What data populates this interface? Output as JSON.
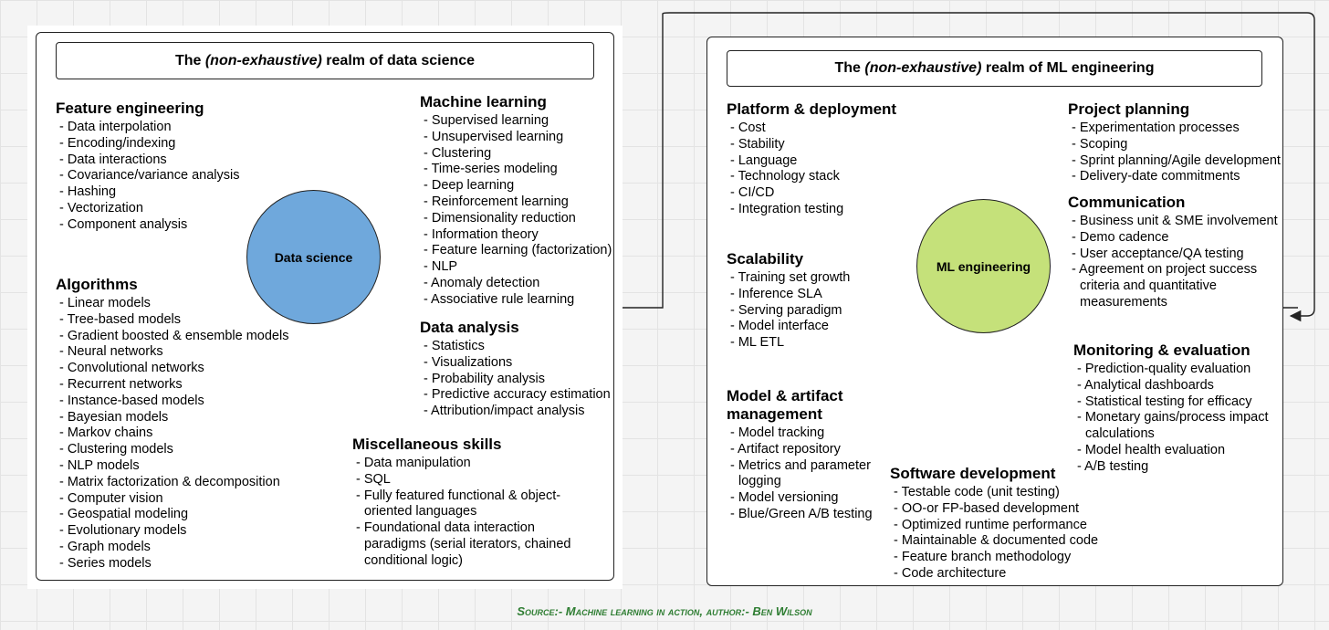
{
  "left": {
    "title_pre": "The ",
    "title_em": "(non-exhaustive)",
    "title_post": " realm of data science",
    "center": "Data science",
    "center_color": "#6fa8dc",
    "groups": {
      "feature": {
        "heading": "Feature engineering",
        "items": [
          "- Data interpolation",
          "- Encoding/indexing",
          "- Data interactions",
          "- Covariance/variance analysis",
          "- Hashing",
          "- Vectorization",
          "- Component analysis"
        ]
      },
      "ml": {
        "heading": "Machine learning",
        "items": [
          "- Supervised learning",
          "- Unsupervised learning",
          "- Clustering",
          "- Time-series modeling",
          "- Deep learning",
          "- Reinforcement learning",
          "- Dimensionality reduction",
          "- Information theory",
          "- Feature learning (factorization)",
          "- NLP",
          "- Anomaly detection",
          "- Associative rule learning"
        ]
      },
      "algorithms": {
        "heading": "Algorithms",
        "items": [
          "- Linear models",
          "- Tree-based models",
          "- Gradient boosted & ensemble models",
          "- Neural networks",
          "- Convolutional networks",
          "- Recurrent networks",
          "- Instance-based models",
          "- Bayesian models",
          "- Markov chains",
          "- Clustering models",
          "- NLP models",
          "- Matrix factorization & decomposition",
          "- Computer vision",
          "- Geospatial modeling",
          "- Evolutionary models",
          "- Graph models",
          "- Series models"
        ]
      },
      "analysis": {
        "heading": "Data analysis",
        "items": [
          "- Statistics",
          "- Visualizations",
          "- Probability analysis",
          "- Predictive accuracy estimation",
          "- Attribution/impact analysis"
        ]
      },
      "misc": {
        "heading": "Miscellaneous skills",
        "items": [
          "- Data manipulation",
          "- SQL",
          "- Fully featured functional & object-oriented languages",
          "- Foundational data interaction paradigms (serial iterators, chained conditional logic)"
        ]
      }
    }
  },
  "right": {
    "title_pre": "The ",
    "title_em": "(non-exhaustive)",
    "title_post": " realm of ML engineering",
    "center": "ML engineering",
    "center_color": "#c5e17a",
    "groups": {
      "platform": {
        "heading": "Platform & deployment",
        "items": [
          "- Cost",
          "- Stability",
          "- Language",
          "- Technology stack",
          "- CI/CD",
          "- Integration testing"
        ]
      },
      "planning": {
        "heading": "Project planning",
        "items": [
          "- Experimentation processes",
          "- Scoping",
          "- Sprint planning/Agile development",
          "- Delivery-date commitments"
        ]
      },
      "communication": {
        "heading": "Communication",
        "items": [
          "- Business unit & SME involvement",
          "- Demo cadence",
          "- User acceptance/QA testing",
          "- Agreement on project success criteria and quantitative measurements"
        ]
      },
      "scalability": {
        "heading": "Scalability",
        "items": [
          "- Training set growth",
          "- Inference SLA",
          "- Serving paradigm",
          "- Model interface",
          "- ML ETL"
        ]
      },
      "monitoring": {
        "heading": "Monitoring & evaluation",
        "items": [
          "- Prediction-quality evaluation",
          "- Analytical dashboards",
          "- Statistical testing for efficacy",
          "- Monetary gains/process impact calculations",
          "- Model health evaluation",
          "- A/B testing"
        ]
      },
      "artifact": {
        "heading": "Model & artifact management",
        "items": [
          "- Model tracking",
          "- Artifact repository",
          "- Metrics and parameter logging",
          "- Model versioning",
          "- Blue/Green A/B testing"
        ]
      },
      "software": {
        "heading": "Software development",
        "items": [
          "- Testable code (unit testing)",
          "- OO-or FP-based development",
          "- Optimized runtime performance",
          "- Maintainable & documented code",
          "- Feature branch methodology",
          "- Code architecture"
        ]
      }
    }
  },
  "source": "Source:- Machine learning in action, author:- Ben Wilson"
}
